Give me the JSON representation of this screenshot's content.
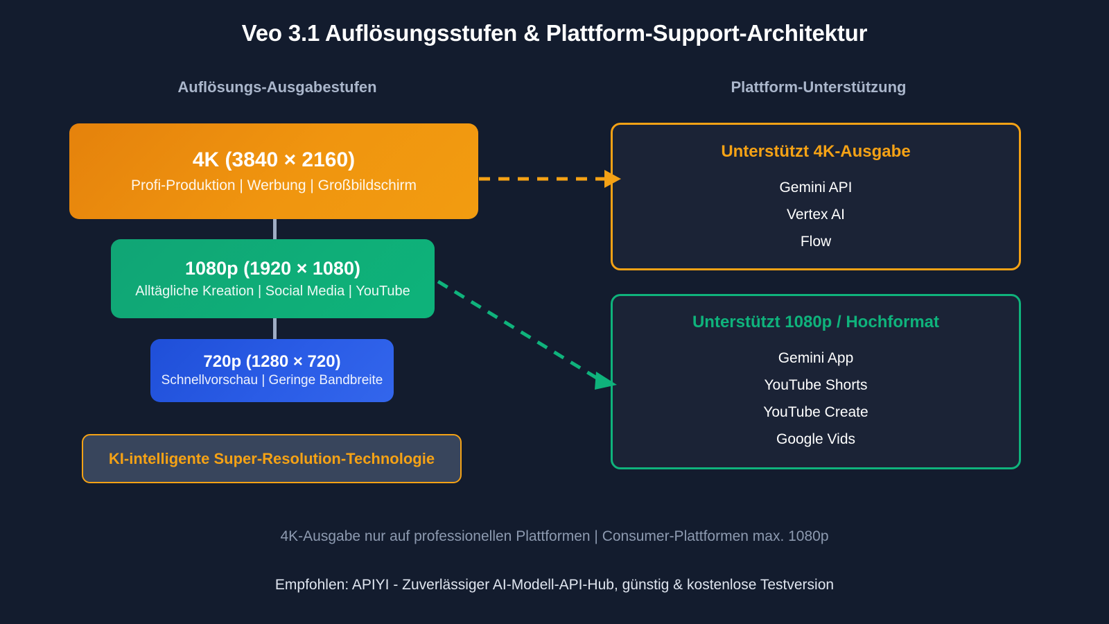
{
  "page": {
    "title": "Veo 3.1 Auflösungsstufen & Plattform-Support-Architektur",
    "background_color": "#131c2e"
  },
  "columns": {
    "left_heading": "Auflösungs-Ausgabestufen",
    "right_heading": "Plattform-Unterstützung",
    "heading_color": "#aab6cb"
  },
  "tiers": [
    {
      "id": "4k",
      "title": "4K (3840 × 2160)",
      "subtitle": "Profi-Produktion | Werbung | Großbildschirm",
      "color": "#f0950f"
    },
    {
      "id": "1080p",
      "title": "1080p (1920 × 1080)",
      "subtitle": "Alltägliche Kreation | Social Media | YouTube",
      "color": "#0fae78"
    },
    {
      "id": "720p",
      "title": "720p (1280 × 720)",
      "subtitle": "Schnellvorschau | Geringe Bandbreite",
      "color": "#2a5ce6"
    }
  ],
  "superres": {
    "label": "KI-intelligente Super-Resolution-Technologie",
    "border_color": "#f5a215",
    "text_color": "#f5a215",
    "fill_color": "#38455c"
  },
  "panels": [
    {
      "id": "supports-4k",
      "title": "Unterstützt 4K-Ausgabe",
      "accent_color": "#f5a215",
      "items": [
        "Gemini API",
        "Vertex AI",
        "Flow"
      ]
    },
    {
      "id": "supports-1080p",
      "title": "Unterstützt 1080p / Hochformat",
      "accent_color": "#0fb37c",
      "items": [
        "Gemini App",
        "YouTube Shorts",
        "YouTube Create",
        "Google Vids"
      ]
    }
  ],
  "connectors": [
    {
      "id": "4k-to-supports-4k",
      "style": "dashed",
      "color": "#f5a215",
      "from": "4k",
      "to": "supports-4k"
    },
    {
      "id": "1080p-to-supports-1080p",
      "style": "dashed",
      "color": "#0fb37c",
      "from": "1080p",
      "to": "supports-1080p"
    },
    {
      "id": "4k-to-1080p",
      "style": "solid",
      "color": "#9fadc4"
    },
    {
      "id": "1080p-to-720p",
      "style": "solid",
      "color": "#9fadc4"
    }
  ],
  "footnotes": {
    "primary": "4K-Ausgabe nur auf professionellen Plattformen | Consumer-Plattformen max. 1080p",
    "secondary": "Empfohlen: APIYI - Zuverlässiger AI-Modell-API-Hub, günstig & kostenlose Testversion"
  }
}
